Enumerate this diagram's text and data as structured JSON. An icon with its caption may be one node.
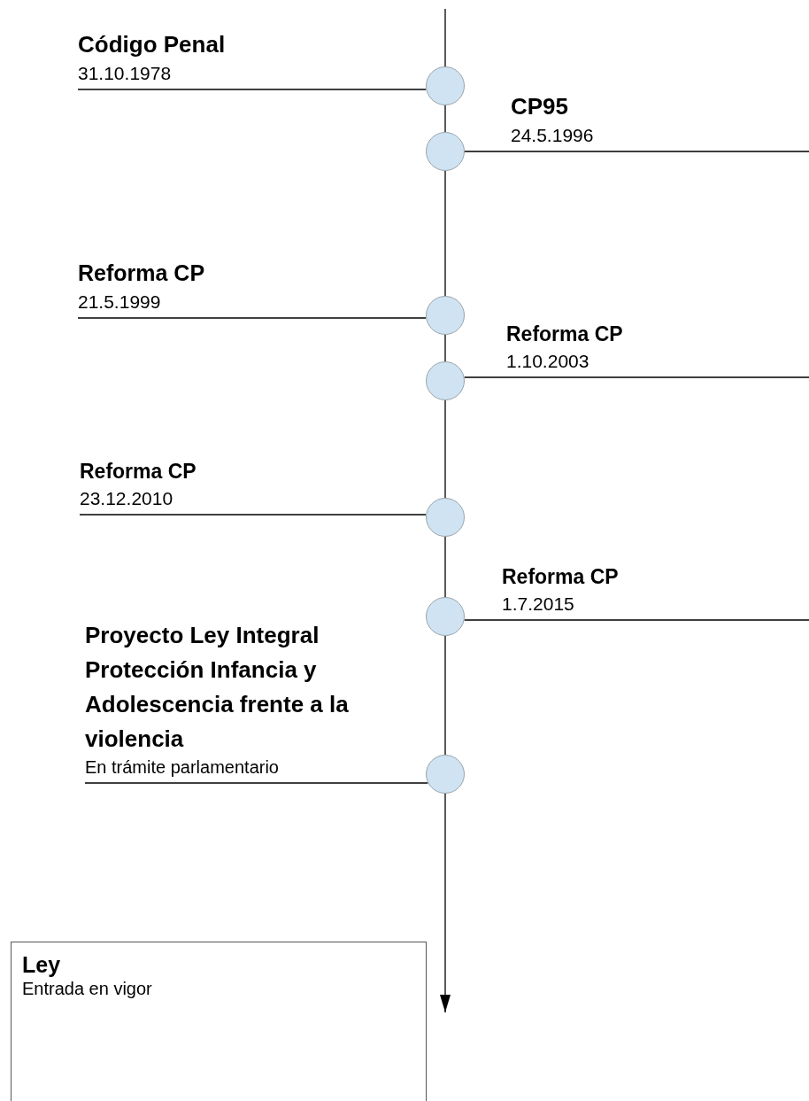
{
  "diagram": {
    "nodes": [
      {
        "text": [
          "Código Penal",
          "31.10.1978"
        ]
      },
      {
        "text": [
          "CP95",
          "24.5.1996"
        ]
      },
      {
        "text": [
          "Reforma CP",
          "21.5.1999"
        ]
      },
      {
        "text": [
          "Reforma CP",
          "1.10.2003"
        ]
      },
      {
        "text": [
          "Reforma CP",
          "23.12.2010"
        ]
      },
      {
        "text": [
          "Reforma CP",
          "1.7.2015"
        ]
      },
      {
        "text": [
          "Proyecto Ley Integral Protección Infancia y Adolescencia frente a la violencia",
          "En trámite parlamentario"
        ]
      },
      {
        "text": [],
        "shape": "circle"
      },
      {
        "text": [],
        "shape": "circle"
      },
      {
        "text": [],
        "shape": "circle"
      },
      {
        "text": [],
        "shape": "circle"
      },
      {
        "text": [],
        "shape": "circle"
      },
      {
        "text": [],
        "shape": "circle"
      },
      {
        "text": [],
        "shape": "circle"
      },
      {
        "text": [
          "Ley",
          "Entrada en vigor"
        ]
      }
    ],
    "edges": [
      {
        "from": 0,
        "to": 7,
        "arrow": "none"
      },
      {
        "from": 1,
        "to": 8,
        "arrow": "none"
      },
      {
        "from": 2,
        "to": 9,
        "arrow": "none"
      },
      {
        "from": 3,
        "to": 10,
        "arrow": "none"
      },
      {
        "from": 4,
        "to": 11,
        "arrow": "none"
      },
      {
        "from": 5,
        "to": 12,
        "arrow": "none"
      },
      {
        "from": 6,
        "to": 13,
        "arrow": "none"
      },
      {
        "from": null,
        "to": 7,
        "arrow": "none"
      },
      {
        "from": 7,
        "to": 8,
        "arrow": "none"
      },
      {
        "from": 8,
        "to": 9,
        "arrow": "none"
      },
      {
        "from": 9,
        "to": 10,
        "arrow": "none"
      },
      {
        "from": 10,
        "to": 11,
        "arrow": "none"
      },
      {
        "from": 11,
        "to": 12,
        "arrow": "none"
      },
      {
        "from": 12,
        "to": 13,
        "arrow": "none"
      },
      {
        "from": 13,
        "to": 14,
        "arrow": "to"
      }
    ]
  }
}
